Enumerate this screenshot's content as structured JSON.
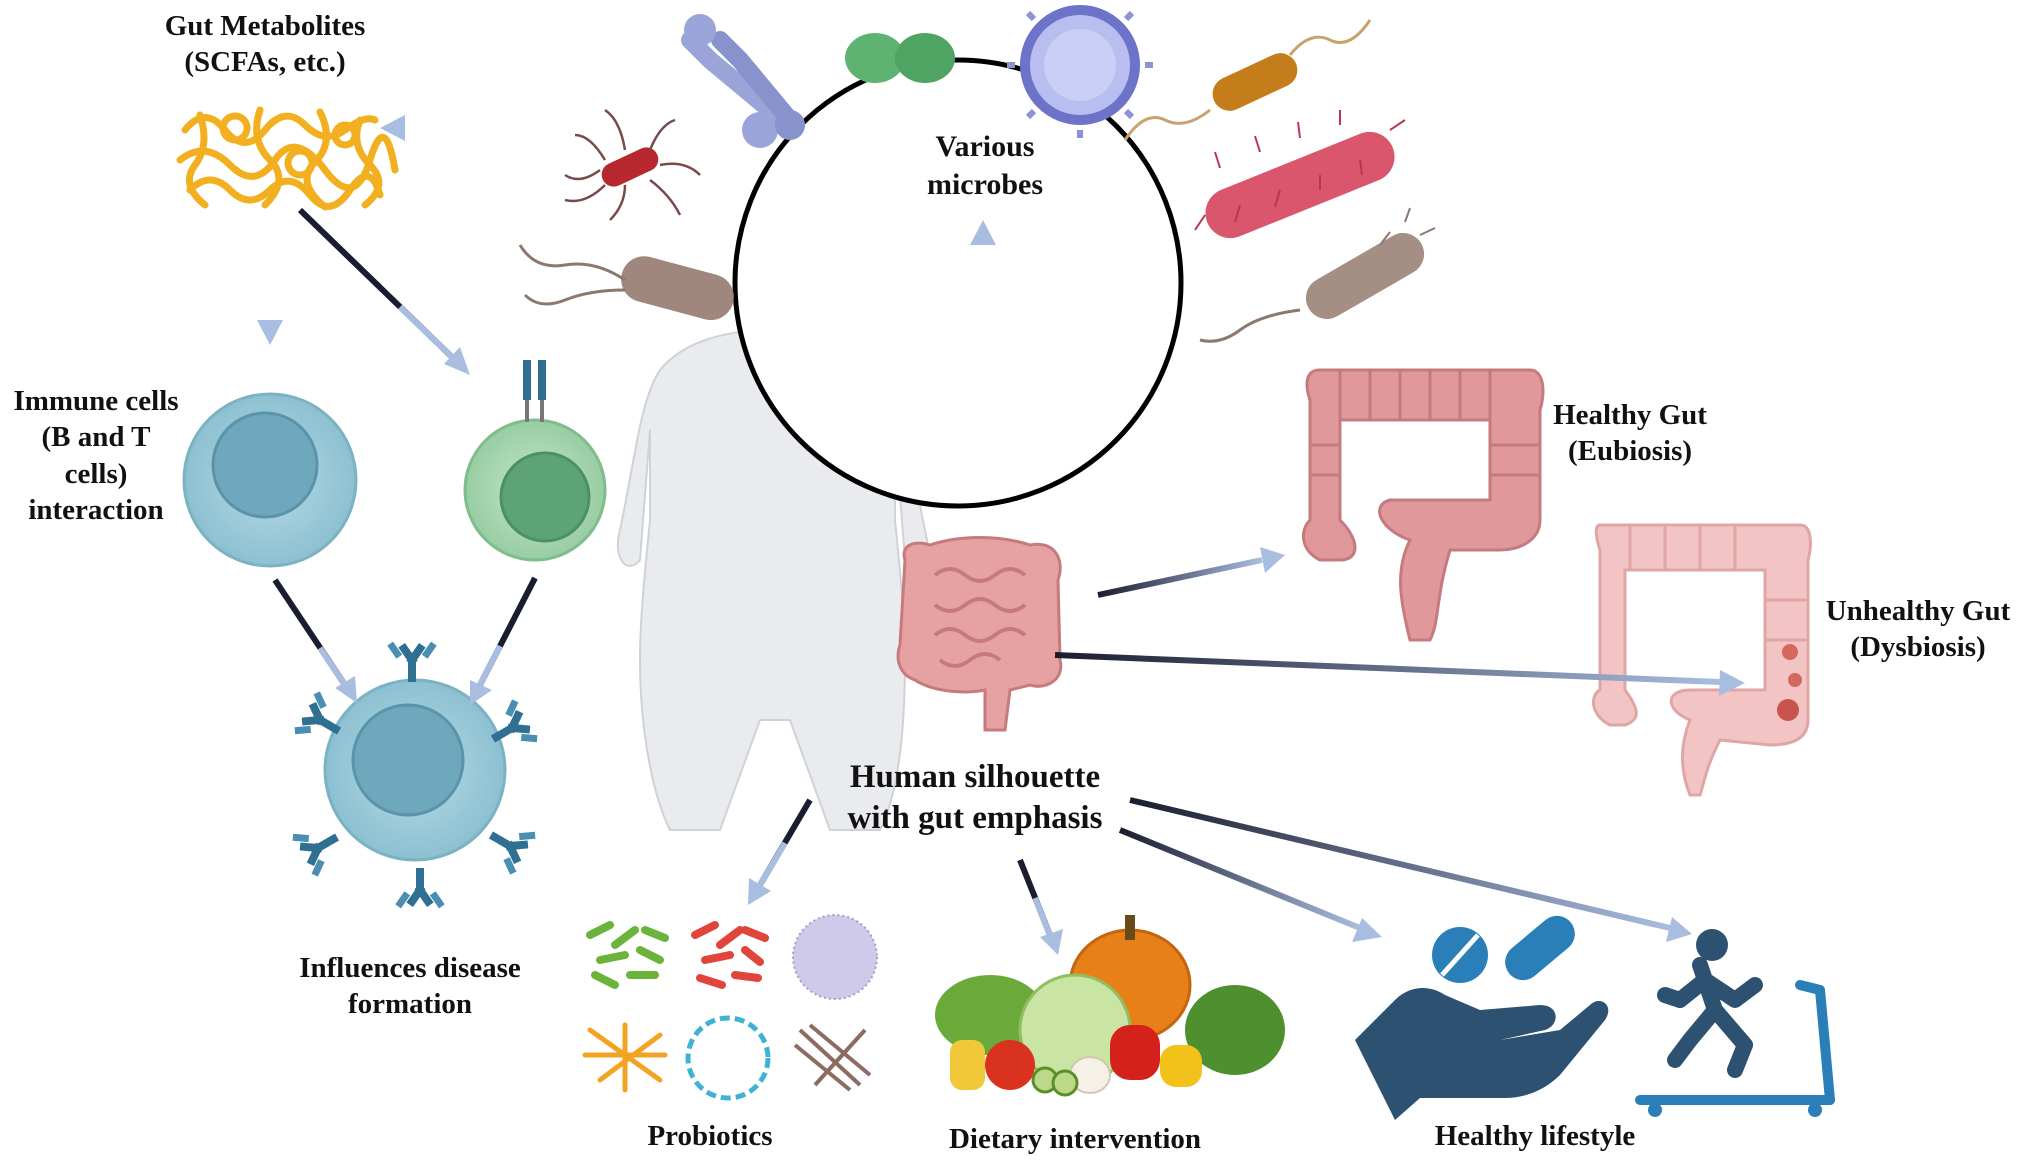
{
  "labels": {
    "gut_metabolites": [
      "Gut Metabolites",
      "(SCFAs, etc.)"
    ],
    "various_microbes": [
      "Various",
      "microbes"
    ],
    "immune_cells": [
      "Immune  cells",
      "(B and T",
      "cells)",
      "interaction"
    ],
    "healthy_gut": [
      "Healthy Gut",
      "(Eubiosis)"
    ],
    "unhealthy_gut": [
      "Unhealthy Gut",
      "(Dysbiosis)"
    ],
    "influences_disease": [
      "Influences disease",
      "formation"
    ],
    "human_silhouette": [
      "Human silhouette",
      "with gut emphasis"
    ],
    "probiotics": "Probiotics",
    "dietary_intervention": "Dietary intervention",
    "healthy_lifestyle": "Healthy lifestyle"
  },
  "colors": {
    "arrow_dark": "#1a1d2e",
    "arrow_light": "#a9bde0",
    "metabolite_yellow": "#f2b020",
    "immune_blue": "#8dc3d3",
    "t_cell_green": "#9fd0a8",
    "antibody_blue": "#2f6f91",
    "colon_pink": "#d98a8c",
    "body_grey": "#e9ebee",
    "lifestyle_blue": "#2a7fb8",
    "hand_navy": "#2d5170"
  }
}
